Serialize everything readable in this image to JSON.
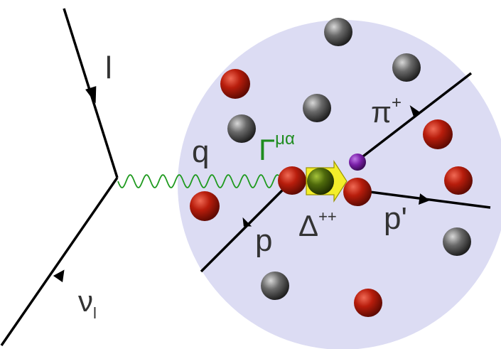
{
  "labels": {
    "lepton": "l",
    "boson": "q",
    "vertex": "Γ",
    "vertex_indices": "μα",
    "pion": "π",
    "pion_charge": "+",
    "delta": "Δ",
    "delta_charge": "++",
    "proton_in": "p",
    "proton_out": "p'",
    "neutrino": "ν",
    "neutrino_sub": "l"
  },
  "colors": {
    "nucleus_fill": "#dcdcf3",
    "proton": "#b81d0c",
    "neutron": "#5a5a5a",
    "delta_ball": "#4f6a0c",
    "pion_ball": "#7a1fa8",
    "photon_line": "#1f9a1f",
    "arrow_fill": "#f3ee2a"
  }
}
